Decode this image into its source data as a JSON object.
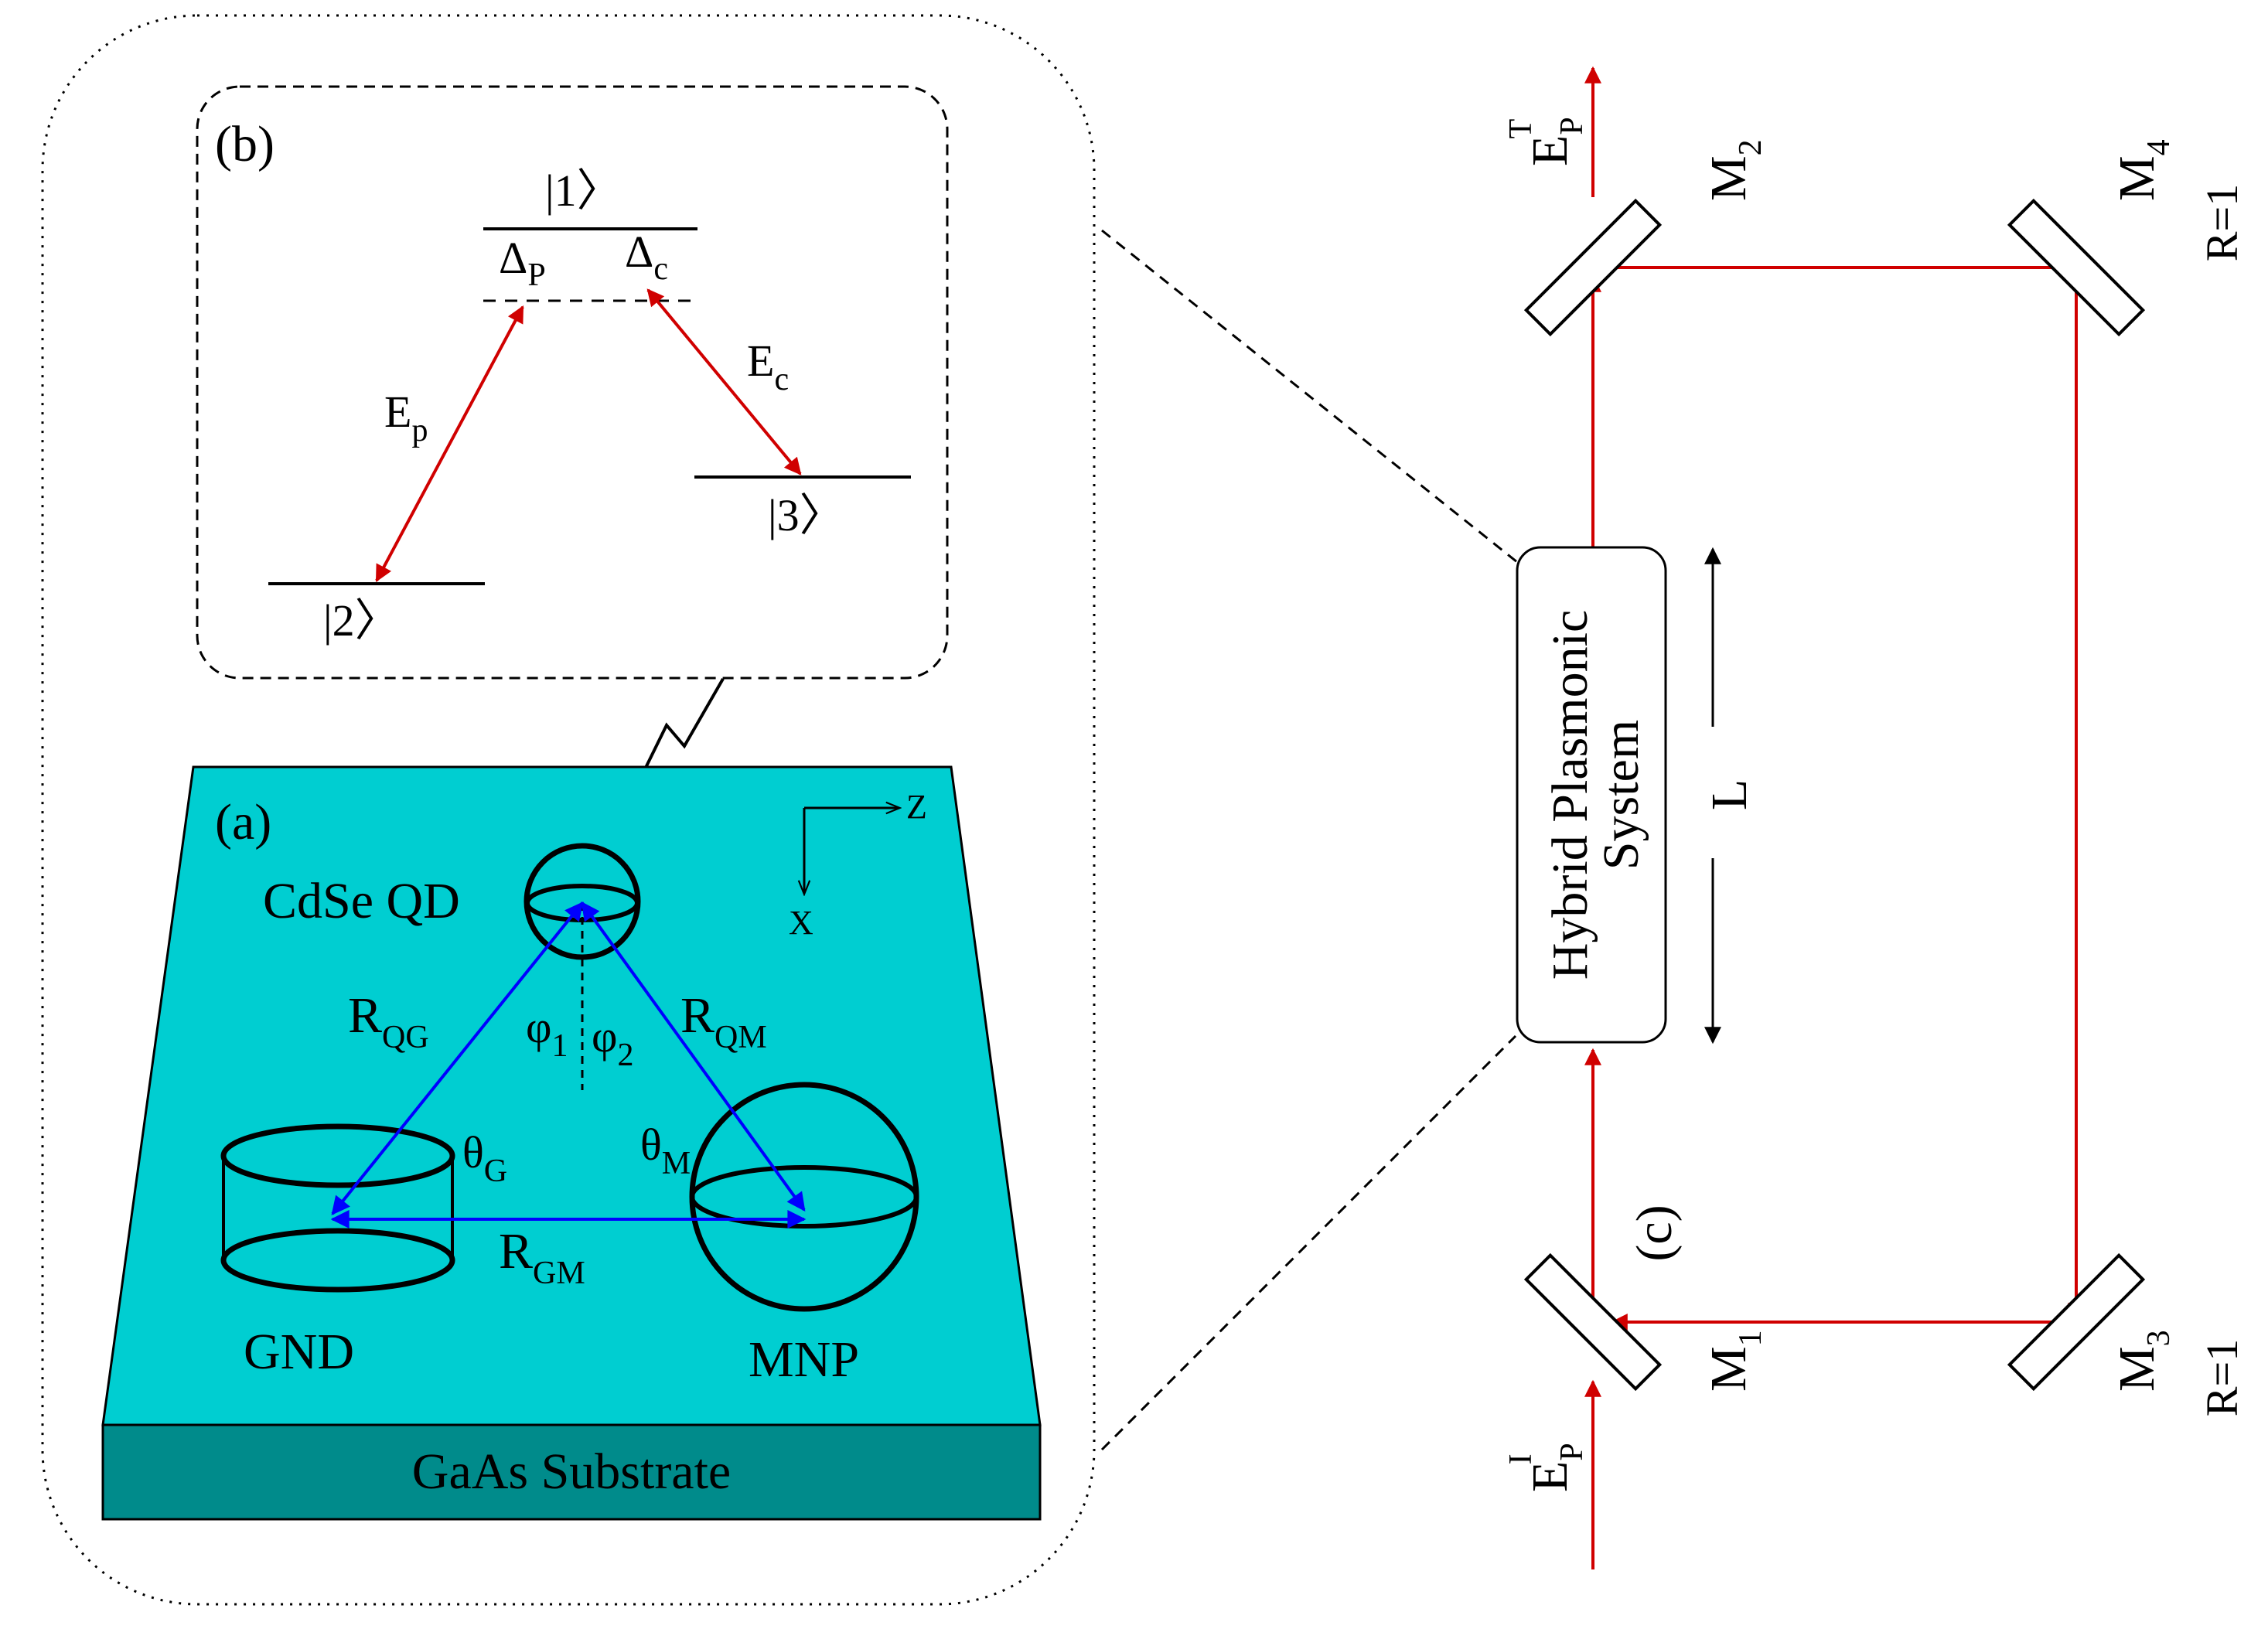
{
  "panel_a": {
    "label": "(a)",
    "substrate": "GaAs Substrate",
    "qd": "CdSe QD",
    "gnd": "GND",
    "mnp": "MNP",
    "r_qg": "R",
    "r_qg_sub": "QG",
    "r_qm": "R",
    "r_qm_sub": "QM",
    "r_gm": "R",
    "r_gm_sub": "GM",
    "phi1": "φ",
    "phi1_sub": "1",
    "phi2": "φ",
    "phi2_sub": "2",
    "theta_g": "θ",
    "theta_g_sub": "G",
    "theta_m": "θ",
    "theta_m_sub": "M",
    "axis_z": "Z",
    "axis_x": "X",
    "colors": {
      "substrate_top": "#00CED1",
      "substrate_side": "#008B8B",
      "vector": "#0000FF"
    }
  },
  "panel_b": {
    "label": "(b)",
    "level1": "|1〉",
    "level2": "|2〉",
    "level3": "|3〉",
    "delta_p": "Δ",
    "delta_p_sub": "P",
    "delta_c": "Δ",
    "delta_c_sub": "c",
    "ep": "E",
    "ep_sub": "p",
    "ec": "E",
    "ec_sub": "c",
    "colors": {
      "transition": "#D00000"
    }
  },
  "panel_c": {
    "label": "(c)",
    "system_line1": "Hybrid Plasmonic",
    "system_line2": "System",
    "length": "L",
    "m1": "M",
    "m1_sub": "1",
    "m2": "M",
    "m2_sub": "2",
    "m3": "M",
    "m3_sub": "3",
    "m4": "M",
    "m4_sub": "4",
    "r3": "R=1",
    "r4": "R=1",
    "e_in": "E",
    "e_in_sub": "P",
    "e_in_sup": "I",
    "e_out": "E",
    "e_out_sub": "P",
    "e_out_sup": "T",
    "colors": {
      "beam": "#D00000"
    }
  }
}
